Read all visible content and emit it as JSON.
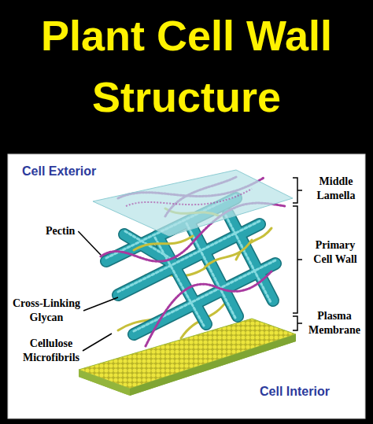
{
  "diagram": {
    "title": "Plant Cell Wall Structure",
    "labels": [
      "Cell Exterior",
      "Middle Lamella",
      "Pectin",
      "Primary Cell Wall",
      "Cross-Linking Glycan",
      "Plasma Membrane",
      "Cellulose Microfibrils",
      "Cell Interior"
    ]
  }
}
